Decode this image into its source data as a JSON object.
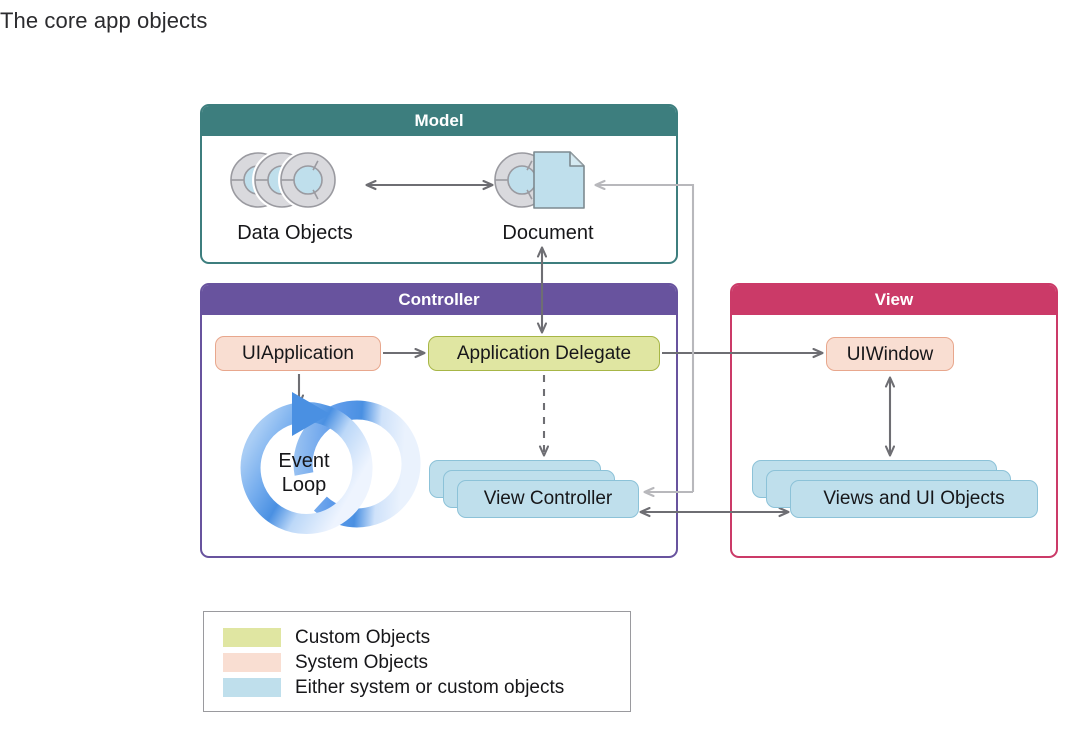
{
  "figure": {
    "number": "",
    "title": "The core app objects"
  },
  "groups": {
    "model": {
      "label": "Model",
      "color": "#3d7e7e"
    },
    "controller": {
      "label": "Controller",
      "color": "#68539e"
    },
    "view": {
      "label": "View",
      "color": "#cb3a68"
    }
  },
  "model": {
    "data_objects_label": "Data Objects",
    "document_label": "Document",
    "data_objects_icon": "data-objects-icon",
    "document_icon": "document-icon"
  },
  "controller": {
    "uiapplication": "UIApplication",
    "application_delegate": "Application Delegate",
    "view_controller": "View Controller",
    "event_loop_line1": "Event",
    "event_loop_line2": "Loop",
    "event_loop_icon": "circular-arrow-icon"
  },
  "view": {
    "uiwindow": "UIWindow",
    "views_and_ui_objects": "Views and UI Objects"
  },
  "legend": {
    "items": [
      {
        "label": "Custom Objects",
        "color": "#e0e6a2"
      },
      {
        "label": "System Objects",
        "color": "#f9ded2"
      },
      {
        "label": "Either system or custom objects",
        "color": "#bfdfec"
      }
    ]
  },
  "colors": {
    "arrow_dark": "#6e6e73",
    "arrow_light": "#b8b8bc",
    "event_loop_blue": "#4a90e2",
    "icon_gray": "#d9d9dd",
    "icon_blue": "#bfdfec"
  }
}
